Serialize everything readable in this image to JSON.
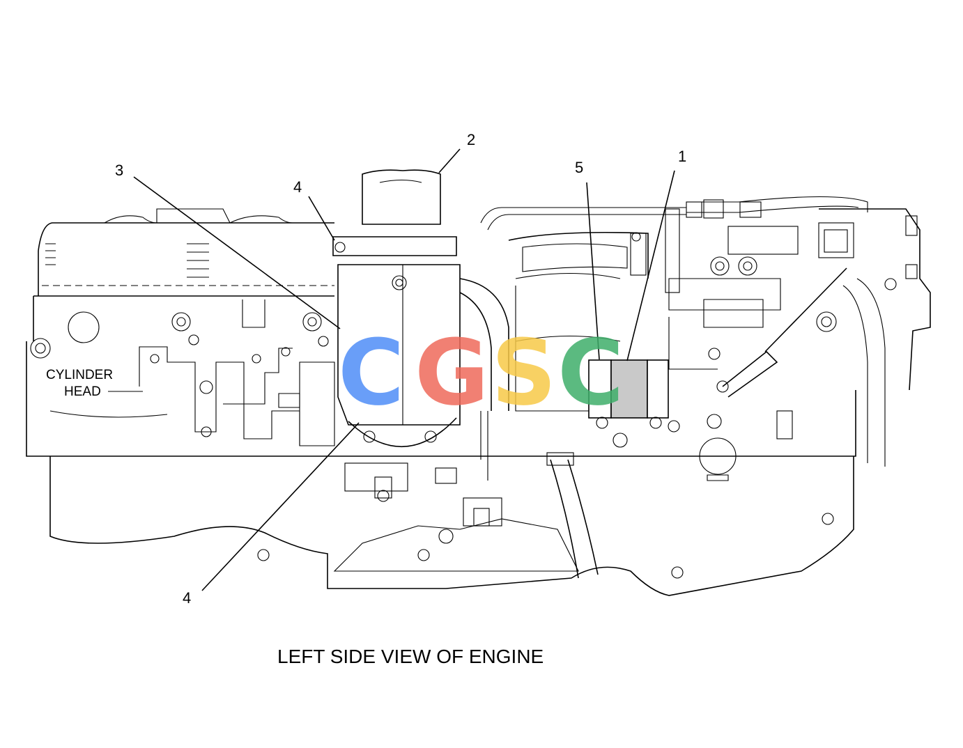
{
  "diagram": {
    "caption": "LEFT SIDE VIEW OF ENGINE",
    "side_label": {
      "line1": "CYLINDER",
      "line2": "HEAD"
    },
    "callouts": [
      {
        "id": "c1",
        "text": "1"
      },
      {
        "id": "c2",
        "text": "2"
      },
      {
        "id": "c3",
        "text": "3"
      },
      {
        "id": "c4a",
        "text": "4"
      },
      {
        "id": "c4b",
        "text": "4"
      },
      {
        "id": "c5",
        "text": "5"
      }
    ]
  },
  "watermark": {
    "letters": [
      "C",
      "G",
      "S",
      "C"
    ],
    "colors": [
      "#4f8ef7",
      "#ef6b5b",
      "#f7c948",
      "#3fae6a"
    ]
  }
}
